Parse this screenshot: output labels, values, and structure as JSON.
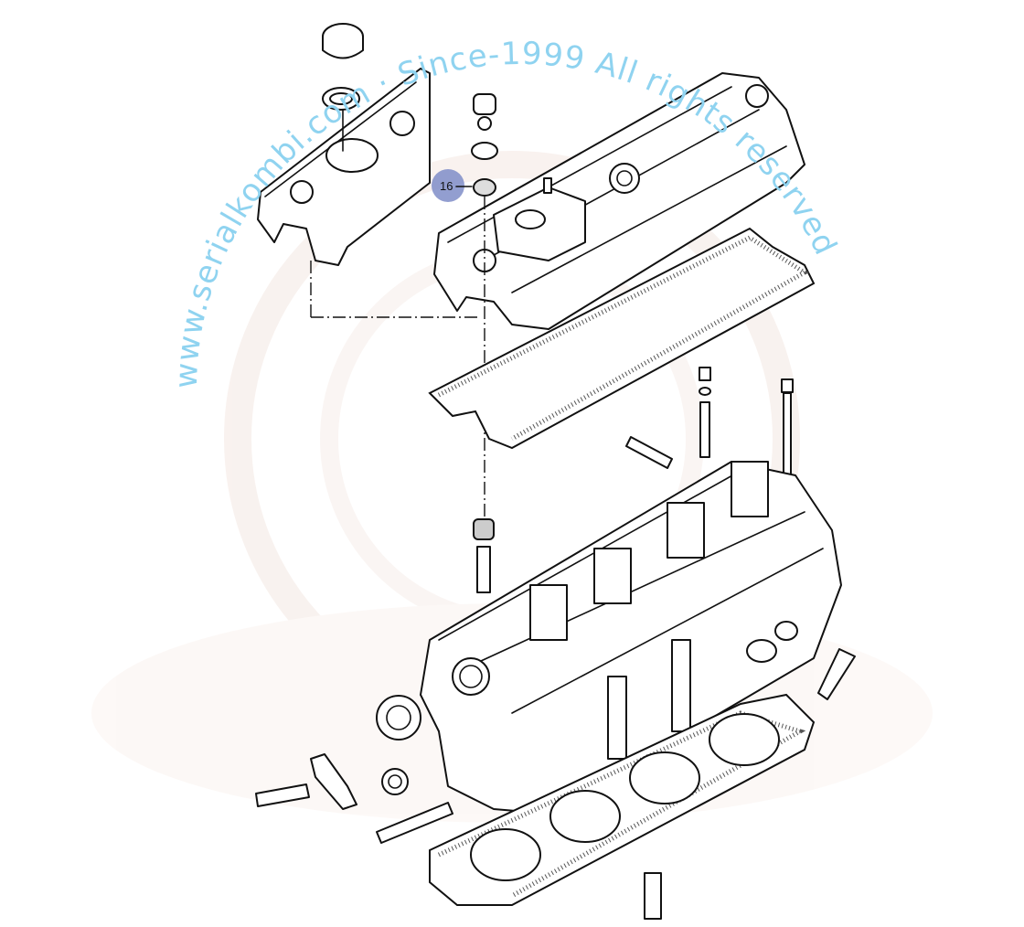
{
  "diagram": {
    "title": "Cylinder head and valve cover exploded view",
    "callouts": [
      {
        "label": "16"
      }
    ],
    "callout_color": "#7f8dc8"
  },
  "watermark": {
    "text": "www.serialkombi.com · Since-1999 All rights reserved",
    "color": "#8fd3f0"
  }
}
